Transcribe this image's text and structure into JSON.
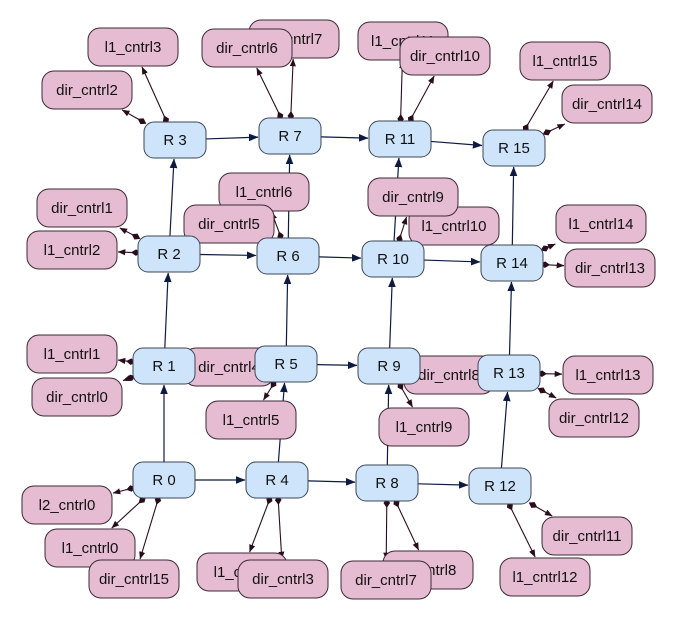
{
  "colors": {
    "router_fill": "#cde4fb",
    "router_stroke": "#3d4656",
    "ctrl_fill": "#e6bcd2",
    "ctrl_stroke": "#3d2a34",
    "router_edge": "#0d1b40",
    "ctrl_edge": "#2a0d1d"
  },
  "routers": [
    {
      "id": "R0",
      "label": "R 0"
    },
    {
      "id": "R1",
      "label": "R 1"
    },
    {
      "id": "R2",
      "label": "R 2"
    },
    {
      "id": "R3",
      "label": "R 3"
    },
    {
      "id": "R4",
      "label": "R 4"
    },
    {
      "id": "R5",
      "label": "R 5"
    },
    {
      "id": "R6",
      "label": "R 6"
    },
    {
      "id": "R7",
      "label": "R 7"
    },
    {
      "id": "R8",
      "label": "R 8"
    },
    {
      "id": "R9",
      "label": "R 9"
    },
    {
      "id": "R10",
      "label": "R 10"
    },
    {
      "id": "R11",
      "label": "R 11"
    },
    {
      "id": "R12",
      "label": "R 12"
    },
    {
      "id": "R13",
      "label": "R 13"
    },
    {
      "id": "R14",
      "label": "R 14"
    },
    {
      "id": "R15",
      "label": "R 15"
    }
  ],
  "controllers": [
    {
      "id": "l2_cntrl0",
      "label": "l2_cntrl0"
    },
    {
      "id": "l1_cntrl0",
      "label": "l1_cntrl0"
    },
    {
      "id": "dir_cntrl15",
      "label": "dir_cntrl15"
    },
    {
      "id": "l1_cntrl1",
      "label": "l1_cntrl1"
    },
    {
      "id": "dir_cntrl0",
      "label": "dir_cntrl0"
    },
    {
      "id": "dir_cntrl1",
      "label": "dir_cntrl1"
    },
    {
      "id": "l1_cntrl2",
      "label": "l1_cntrl2"
    },
    {
      "id": "l1_cntrl3",
      "label": "l1_cntrl3"
    },
    {
      "id": "dir_cntrl2",
      "label": "dir_cntrl2"
    },
    {
      "id": "l1_cntrl4",
      "label": "l1_cntrl4"
    },
    {
      "id": "dir_cntrl3",
      "label": "dir_cntrl3"
    },
    {
      "id": "l1_cntrl5",
      "label": "l1_cntrl5"
    },
    {
      "id": "dir_cntrl4",
      "label": "dir_cntrl4"
    },
    {
      "id": "l1_cntrl6",
      "label": "l1_cntrl6"
    },
    {
      "id": "dir_cntrl5",
      "label": "dir_cntrl5"
    },
    {
      "id": "l1_cntrl7",
      "label": "l1_cntrl7"
    },
    {
      "id": "dir_cntrl6",
      "label": "dir_cntrl6"
    },
    {
      "id": "l1_cntrl8",
      "label": "l1_cntrl8"
    },
    {
      "id": "dir_cntrl7",
      "label": "dir_cntrl7"
    },
    {
      "id": "l1_cntrl9",
      "label": "l1_cntrl9"
    },
    {
      "id": "dir_cntrl8",
      "label": "dir_cntrl8"
    },
    {
      "id": "l1_cntrl10",
      "label": "l1_cntrl10"
    },
    {
      "id": "dir_cntrl9",
      "label": "dir_cntrl9"
    },
    {
      "id": "l1_cntrl11",
      "label": "l1_cntrl11"
    },
    {
      "id": "dir_cntrl10",
      "label": "dir_cntrl10"
    },
    {
      "id": "l1_cntrl12",
      "label": "l1_cntrl12"
    },
    {
      "id": "dir_cntrl11",
      "label": "dir_cntrl11"
    },
    {
      "id": "l1_cntrl13",
      "label": "l1_cntrl13"
    },
    {
      "id": "dir_cntrl12",
      "label": "dir_cntrl12"
    },
    {
      "id": "l1_cntrl14",
      "label": "l1_cntrl14"
    },
    {
      "id": "dir_cntrl13",
      "label": "dir_cntrl13"
    },
    {
      "id": "l1_cntrl15",
      "label": "l1_cntrl15"
    },
    {
      "id": "dir_cntrl14",
      "label": "dir_cntrl14"
    }
  ],
  "router_links": [
    {
      "from": "R0",
      "to": "R1"
    },
    {
      "from": "R1",
      "to": "R2"
    },
    {
      "from": "R2",
      "to": "R3"
    },
    {
      "from": "R4",
      "to": "R5"
    },
    {
      "from": "R5",
      "to": "R6"
    },
    {
      "from": "R6",
      "to": "R7"
    },
    {
      "from": "R8",
      "to": "R9"
    },
    {
      "from": "R9",
      "to": "R10"
    },
    {
      "from": "R10",
      "to": "R11"
    },
    {
      "from": "R12",
      "to": "R13"
    },
    {
      "from": "R13",
      "to": "R14"
    },
    {
      "from": "R14",
      "to": "R15"
    },
    {
      "from": "R0",
      "to": "R4"
    },
    {
      "from": "R4",
      "to": "R8"
    },
    {
      "from": "R8",
      "to": "R12"
    },
    {
      "from": "R1",
      "to": "R5"
    },
    {
      "from": "R5",
      "to": "R9"
    },
    {
      "from": "R9",
      "to": "R13"
    },
    {
      "from": "R2",
      "to": "R6"
    },
    {
      "from": "R6",
      "to": "R10"
    },
    {
      "from": "R10",
      "to": "R14"
    },
    {
      "from": "R3",
      "to": "R7"
    },
    {
      "from": "R7",
      "to": "R11"
    },
    {
      "from": "R11",
      "to": "R15"
    }
  ],
  "controller_links": [
    {
      "router": "R0",
      "ctrl": "l2_cntrl0"
    },
    {
      "router": "R0",
      "ctrl": "l1_cntrl0"
    },
    {
      "router": "R0",
      "ctrl": "dir_cntrl15"
    },
    {
      "router": "R1",
      "ctrl": "l1_cntrl1"
    },
    {
      "router": "R1",
      "ctrl": "dir_cntrl0"
    },
    {
      "router": "R2",
      "ctrl": "dir_cntrl1"
    },
    {
      "router": "R2",
      "ctrl": "l1_cntrl2"
    },
    {
      "router": "R3",
      "ctrl": "l1_cntrl3"
    },
    {
      "router": "R3",
      "ctrl": "dir_cntrl2"
    },
    {
      "router": "R4",
      "ctrl": "l1_cntrl4"
    },
    {
      "router": "R4",
      "ctrl": "dir_cntrl3"
    },
    {
      "router": "R5",
      "ctrl": "l1_cntrl5"
    },
    {
      "router": "R5",
      "ctrl": "dir_cntrl4"
    },
    {
      "router": "R6",
      "ctrl": "l1_cntrl6"
    },
    {
      "router": "R6",
      "ctrl": "dir_cntrl5"
    },
    {
      "router": "R7",
      "ctrl": "l1_cntrl7"
    },
    {
      "router": "R7",
      "ctrl": "dir_cntrl6"
    },
    {
      "router": "R8",
      "ctrl": "l1_cntrl8"
    },
    {
      "router": "R8",
      "ctrl": "dir_cntrl7"
    },
    {
      "router": "R9",
      "ctrl": "l1_cntrl9"
    },
    {
      "router": "R9",
      "ctrl": "dir_cntrl8"
    },
    {
      "router": "R10",
      "ctrl": "l1_cntrl10"
    },
    {
      "router": "R10",
      "ctrl": "dir_cntrl9"
    },
    {
      "router": "R11",
      "ctrl": "l1_cntrl11"
    },
    {
      "router": "R11",
      "ctrl": "dir_cntrl10"
    },
    {
      "router": "R12",
      "ctrl": "l1_cntrl12"
    },
    {
      "router": "R12",
      "ctrl": "dir_cntrl11"
    },
    {
      "router": "R13",
      "ctrl": "l1_cntrl13"
    },
    {
      "router": "R13",
      "ctrl": "dir_cntrl12"
    },
    {
      "router": "R14",
      "ctrl": "l1_cntrl14"
    },
    {
      "router": "R14",
      "ctrl": "dir_cntrl13"
    },
    {
      "router": "R15",
      "ctrl": "l1_cntrl15"
    },
    {
      "router": "R15",
      "ctrl": "dir_cntrl14"
    }
  ]
}
